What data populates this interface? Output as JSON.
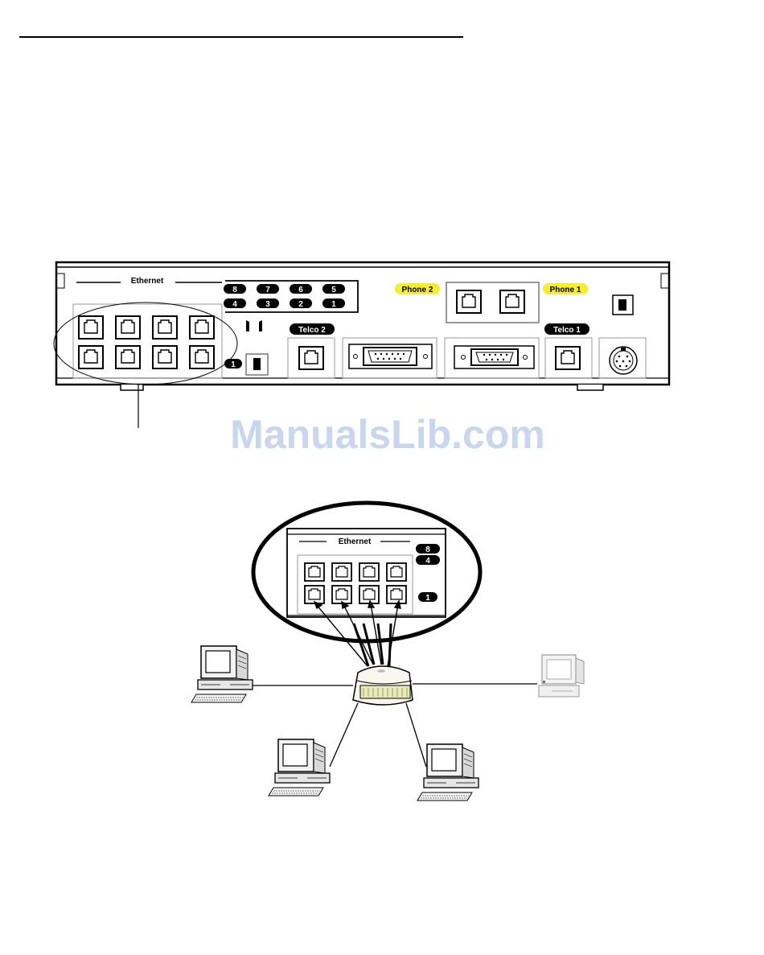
{
  "panel": {
    "ethernet_label": "Ethernet",
    "port_numbers_top": [
      "8",
      "7",
      "6",
      "5"
    ],
    "port_numbers_bottom": [
      "4",
      "3",
      "2",
      "1"
    ],
    "uplink_number": "1",
    "phone2_label": "Phone 2",
    "phone1_label": "Phone 1",
    "telco2_label": "Telco 2",
    "telco1_label": "Telco 1",
    "highlight_color": "#f6ee2a"
  },
  "watermark": {
    "text": "ManualsLib.com",
    "color": "#c9d7ee"
  },
  "zoom": {
    "ethernet_label": "Ethernet",
    "badge_top": "8",
    "badge_mid": "4",
    "badge_low": "1"
  },
  "network": {
    "hub_icon": "ethernet-hub-icon",
    "computer_icon": "desktop-computer-icon"
  }
}
